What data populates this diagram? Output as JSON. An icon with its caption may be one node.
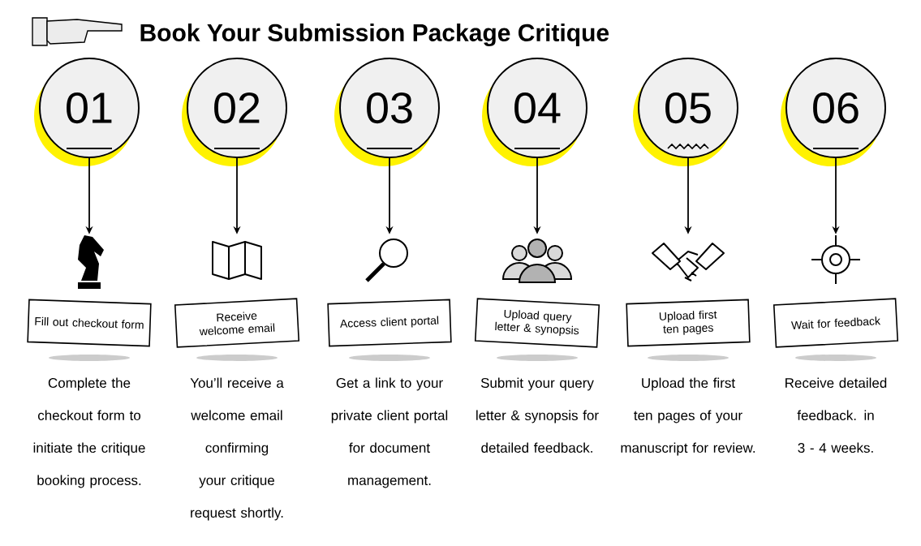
{
  "diagram": {
    "title": "Book Your Submission Package Critique",
    "nodes": [
      {
        "text": [
          "01"
        ]
      },
      {
        "text": [],
        "shape": "picture"
      },
      {
        "text": [
          "Fill out checkout form"
        ],
        "beside": [
          "Complete the checkout form to initiate the critique booking process."
        ]
      },
      {
        "text": [
          "02"
        ]
      },
      {
        "text": [],
        "shape": "picture"
      },
      {
        "text": [
          "Receive welcome email"
        ],
        "beside": [
          "You’ll receive a welcome email confirming your critique request shortly."
        ]
      },
      {
        "text": [
          "03"
        ]
      },
      {
        "text": [],
        "shape": "picture"
      },
      {
        "text": [
          "Access client portal"
        ],
        "beside": [
          "Get a link to your private client portal for document management."
        ]
      },
      {
        "text": [
          "04"
        ]
      },
      {
        "text": [],
        "shape": "picture"
      },
      {
        "text": [
          "Upload query letter & synopsis"
        ],
        "beside": [
          "Submit your query letter & synopsis for detailed feedback."
        ]
      },
      {
        "text": [
          "05"
        ]
      },
      {
        "text": [],
        "shape": "picture"
      },
      {
        "text": [
          "Upload first ten pages"
        ],
        "beside": [
          "Upload the first ten pages of your manuscript for review."
        ]
      },
      {
        "text": [
          "06"
        ]
      },
      {
        "text": [],
        "shape": "picture"
      },
      {
        "text": [
          "Wait for feedback"
        ],
        "beside": [
          "Receive detailed feedback. in 3 - 4 weeks."
        ]
      }
    ],
    "edges": [
      {
        "from": 0,
        "to": 1,
        "arrow": "to"
      },
      {
        "from": 3,
        "to": 4,
        "arrow": "to"
      },
      {
        "from": 6,
        "to": 7,
        "arrow": "to"
      },
      {
        "from": 9,
        "to": 10,
        "arrow": "to"
      },
      {
        "from": 12,
        "to": 13,
        "arrow": "to"
      },
      {
        "from": 15,
        "to": 16,
        "arrow": "to"
      }
    ]
  }
}
